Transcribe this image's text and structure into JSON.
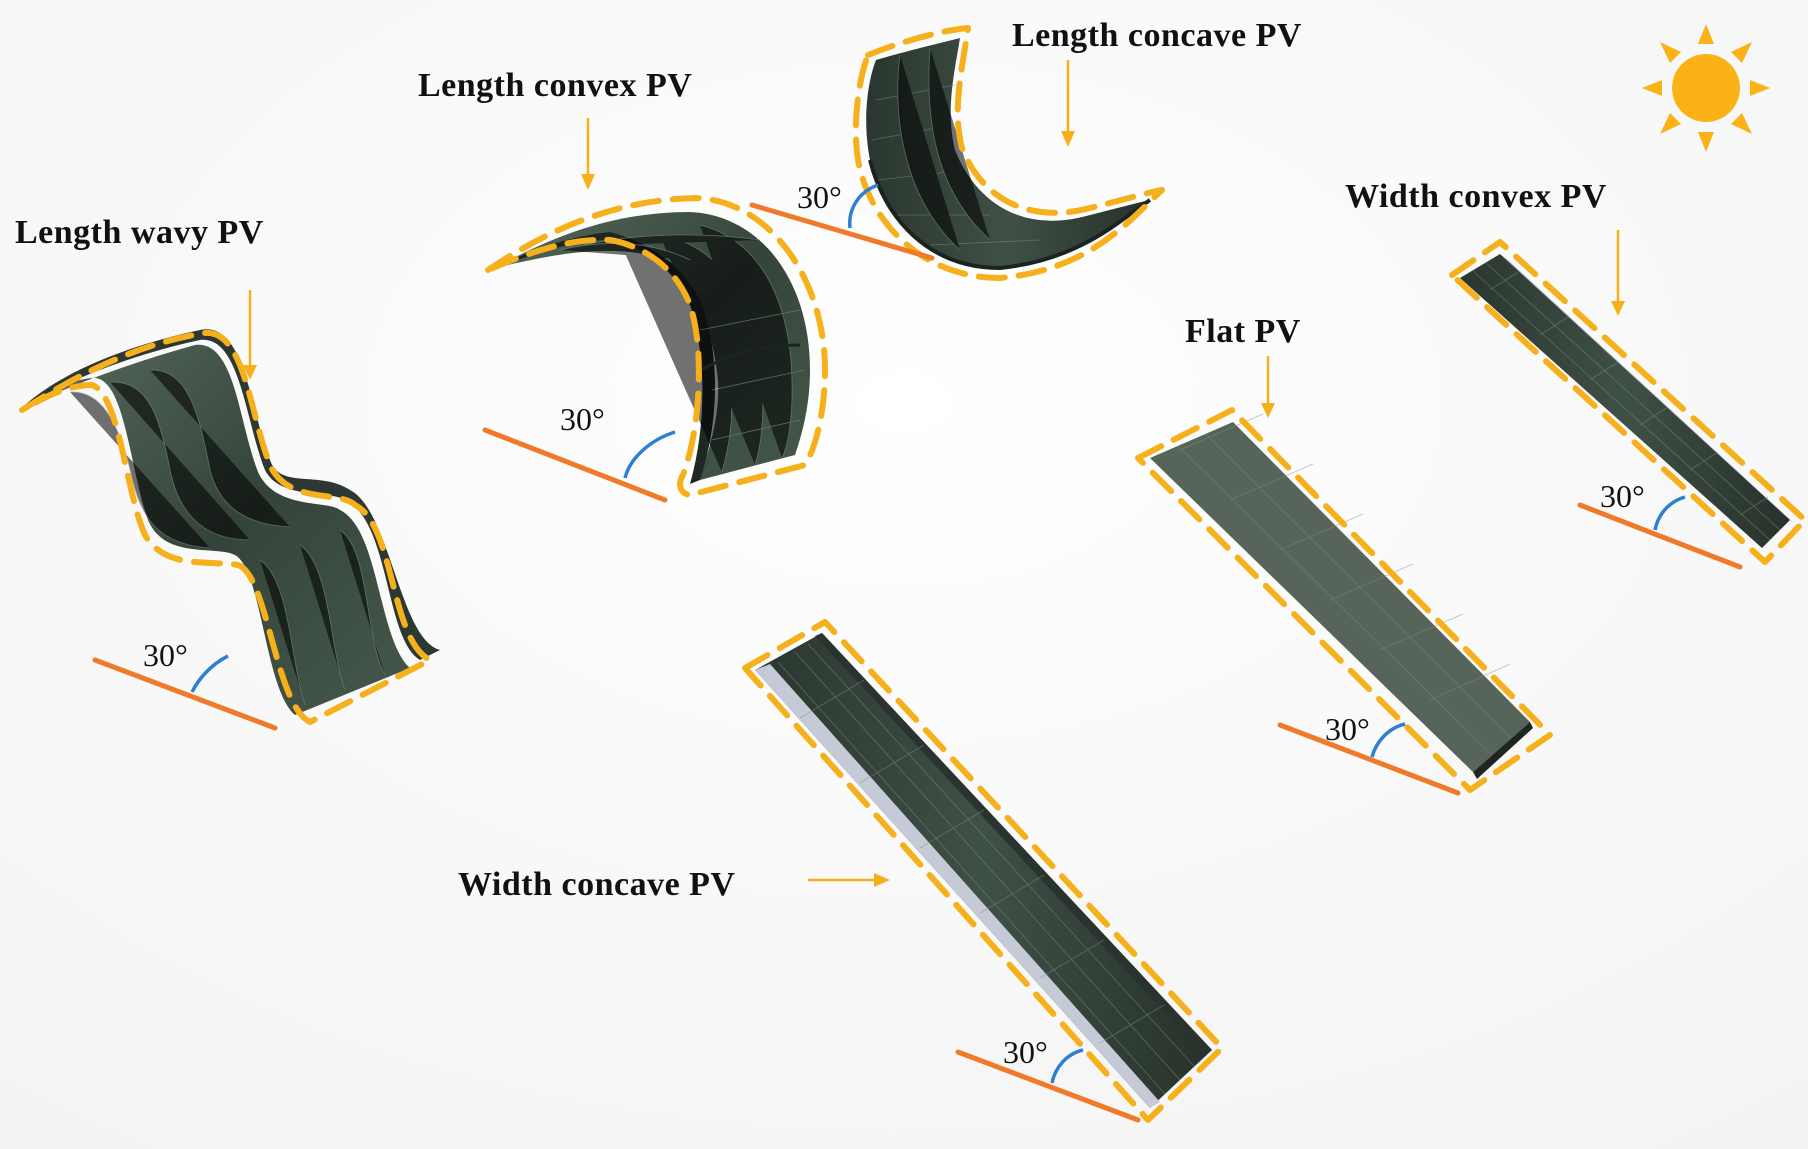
{
  "panels": {
    "length_wavy": {
      "label": "Length wavy PV",
      "angle": "30°"
    },
    "length_convex": {
      "label": "Length convex PV",
      "angle": "30°"
    },
    "length_concave": {
      "label": "Length concave PV",
      "angle": "30°"
    },
    "flat": {
      "label": "Flat PV",
      "angle": "30°"
    },
    "width_convex": {
      "label": "Width convex PV",
      "angle": "30°"
    },
    "width_concave": {
      "label": "Width concave PV",
      "angle": "30°"
    }
  },
  "icons": {
    "sun": "sun-icon"
  },
  "colors": {
    "outline": "#f5b01c",
    "ground": "#f07a2a",
    "angle_arc": "#2e7fd0",
    "panel": "#3a4a40",
    "sun": "#fbb216"
  }
}
